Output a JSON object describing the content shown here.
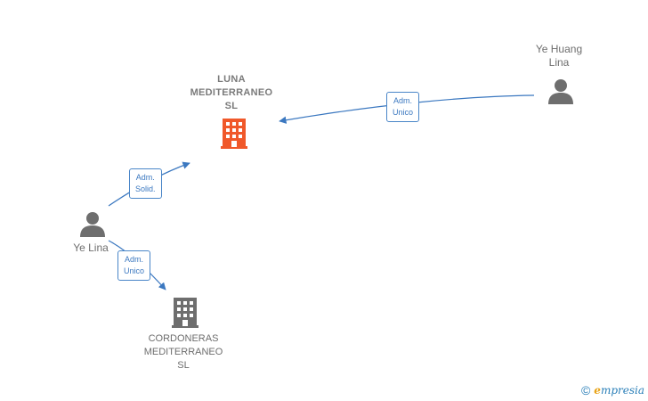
{
  "nodes": {
    "luna": {
      "lines": [
        "LUNA",
        "MEDITERRANEO",
        "SL"
      ],
      "color": "#f0582a"
    },
    "cordoneras": {
      "lines": [
        "CORDONERAS",
        "MEDITERRANEO",
        "SL"
      ],
      "color": "#6e6e6e"
    },
    "ye_huang_lina": {
      "lines": [
        "Ye Huang",
        "Lina"
      ]
    },
    "ye_lina": {
      "lines": [
        "Ye Lina"
      ]
    }
  },
  "edges": {
    "huang_to_luna": [
      "Adm.",
      "Unico"
    ],
    "yelina_to_luna": [
      "Adm.",
      "Solid."
    ],
    "yelina_to_cordoneras": [
      "Adm.",
      "Unico"
    ]
  },
  "footer": {
    "copyright": "©",
    "brand_initial": "e",
    "brand_rest": "mpresia"
  },
  "colors": {
    "edge": "#3b78c0",
    "person": "#6e6e6e"
  }
}
